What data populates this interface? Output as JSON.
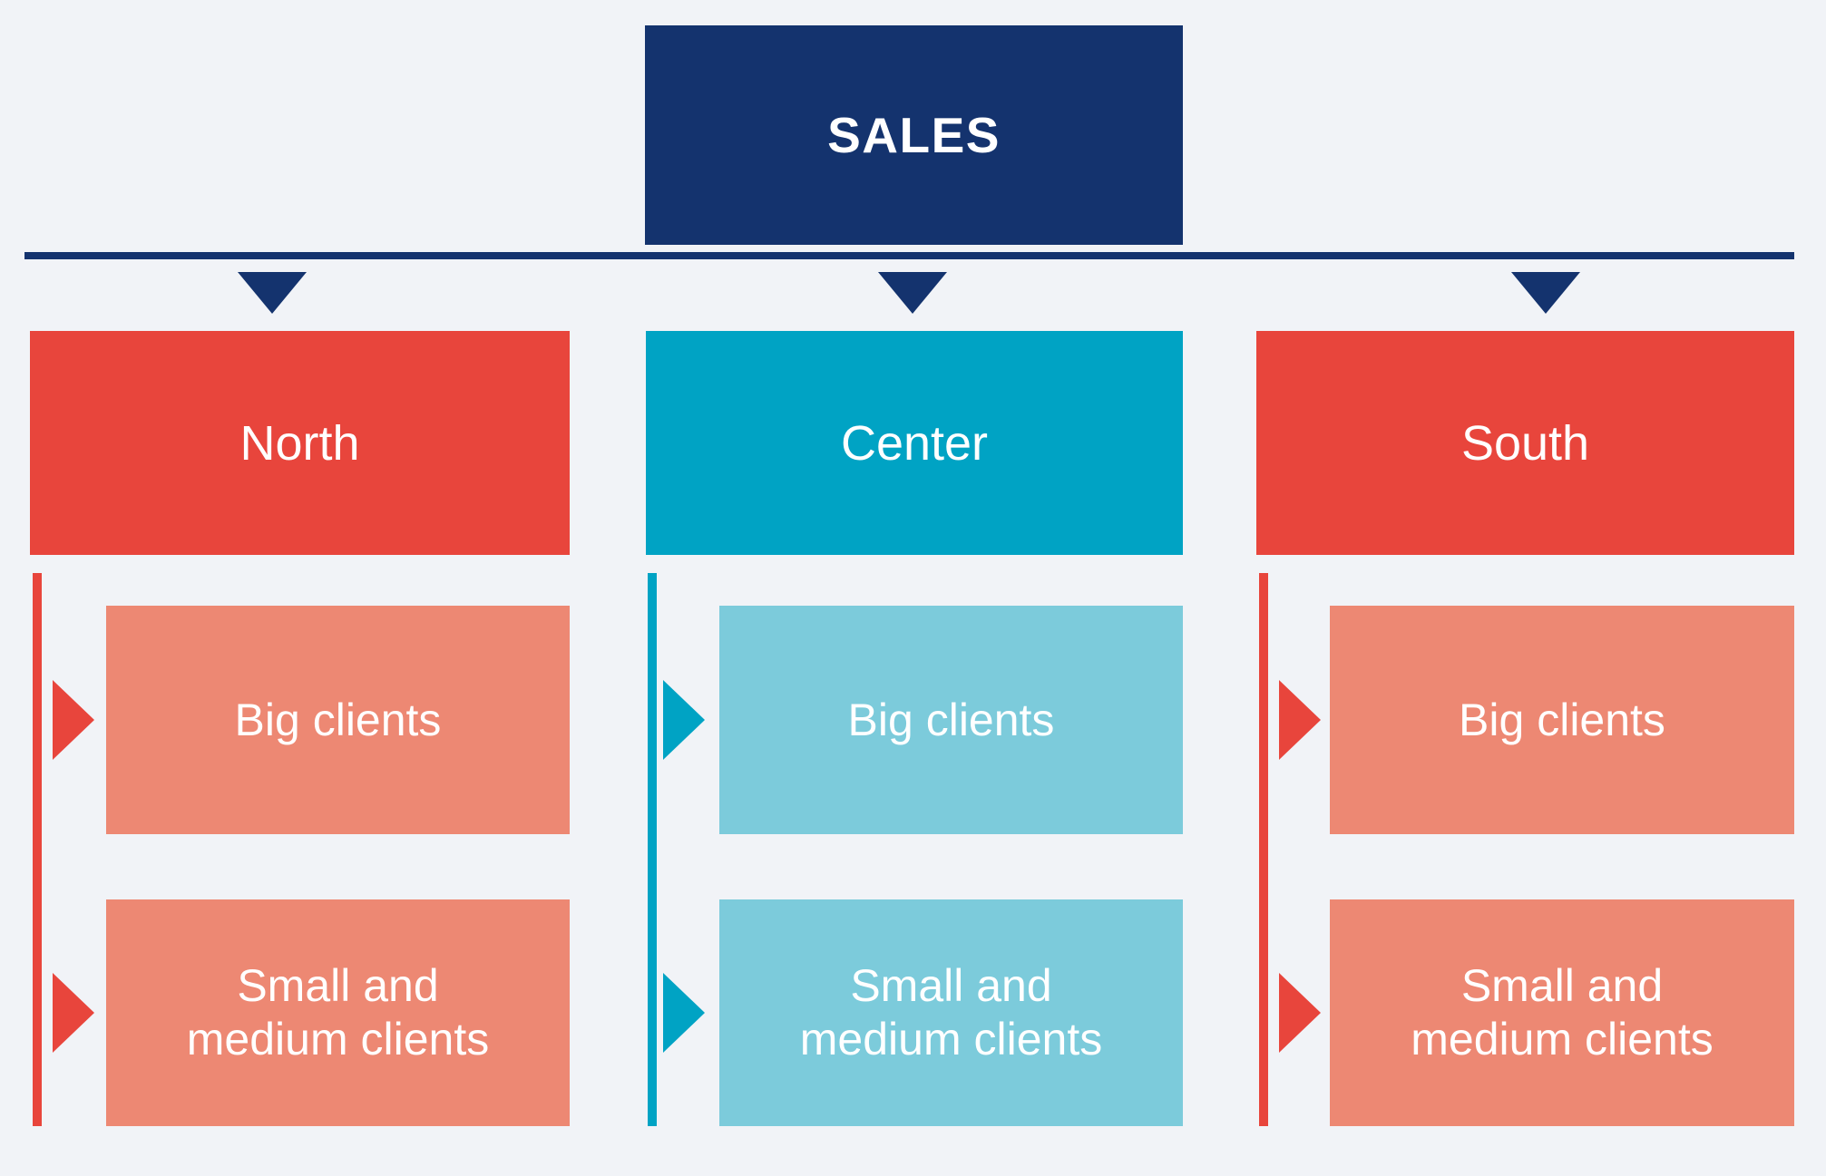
{
  "diagram": {
    "type": "organizational-hierarchy-chart",
    "background_color": "#f1f3f7",
    "root": {
      "label": "SALES",
      "color": "#14336e",
      "text_color": "#ffffff"
    },
    "trunk": {
      "color": "#14336e"
    },
    "branches": [
      {
        "id": "north",
        "label": "North",
        "color": "#e8453c",
        "accent_color": "#e8453c",
        "child_color": "#ed8873",
        "arrow_color": "#14336e",
        "children": [
          {
            "label": "Big clients"
          },
          {
            "label": "Small and\nmedium clients",
            "line1": "Small and",
            "line2": "medium clients"
          }
        ]
      },
      {
        "id": "center",
        "label": "Center",
        "color": "#00a3c4",
        "accent_color": "#00a3c4",
        "child_color": "#7ccbdb",
        "arrow_color": "#14336e",
        "children": [
          {
            "label": "Big clients"
          },
          {
            "label": "Small and\nmedium clients",
            "line1": "Small and",
            "line2": "medium clients"
          }
        ]
      },
      {
        "id": "south",
        "label": "South",
        "color": "#e8453c",
        "accent_color": "#e8453c",
        "child_color": "#ed8873",
        "arrow_color": "#14336e",
        "children": [
          {
            "label": "Big clients"
          },
          {
            "label": "Small and\nmedium clients",
            "line1": "Small and",
            "line2": "medium clients"
          }
        ]
      }
    ]
  }
}
